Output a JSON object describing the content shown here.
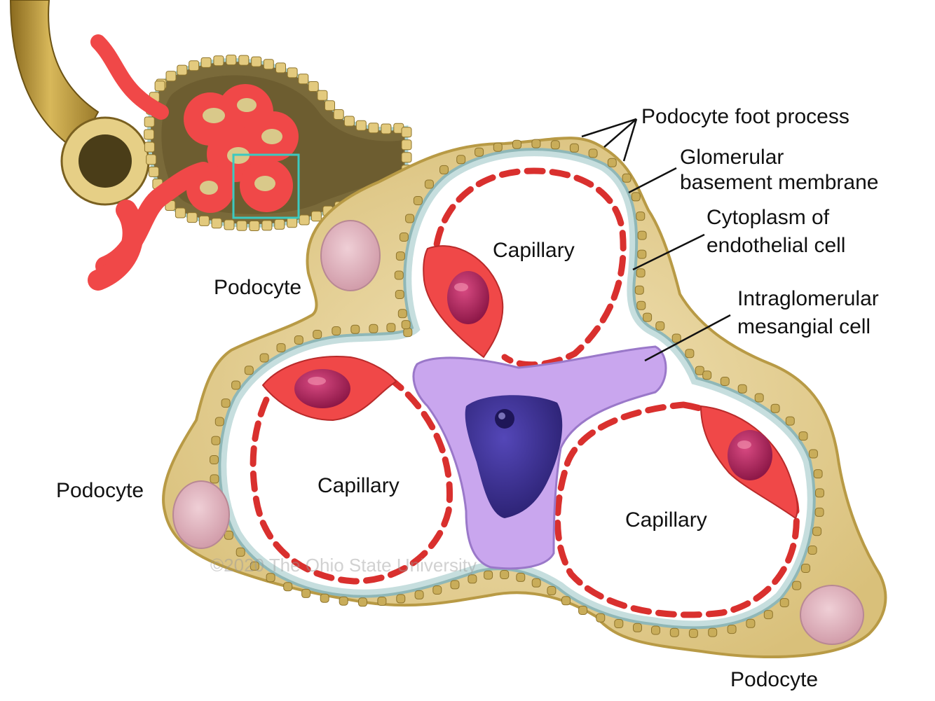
{
  "labels": {
    "foot_process": "Podocyte foot process",
    "gbm_line1": "Glomerular",
    "gbm_line2": "basement membrane",
    "cyto_line1": "Cytoplasm of",
    "cyto_line2": "endothelial cell",
    "mes_line1": "Intraglomerular",
    "mes_line2": "mesangial cell",
    "podocyte_top": "Podocyte",
    "podocyte_left": "Podocyte",
    "podocyte_bottom": "Podocyte"
  },
  "capillaries": [
    "Capillary",
    "Capillary",
    "Capillary"
  ],
  "watermark": "©2020 The Ohio State University",
  "colors": {
    "podocyte": "#e8d49c",
    "podocyte_edge": "#b89a45",
    "foot_process": "#c9ad5a",
    "basement_membrane": "#b9d3d3",
    "endothelium": "#ee4444",
    "endothelial_nucleus": "#b0225a",
    "mesangial_cell": "#c9a6ee",
    "mesangial_nucleus": "#3d318f",
    "podocyte_nucleus": "#e3b8c2",
    "inset_box": "#3cc9c0",
    "tubule": "#c9a64a",
    "vessel": "#f04848"
  }
}
